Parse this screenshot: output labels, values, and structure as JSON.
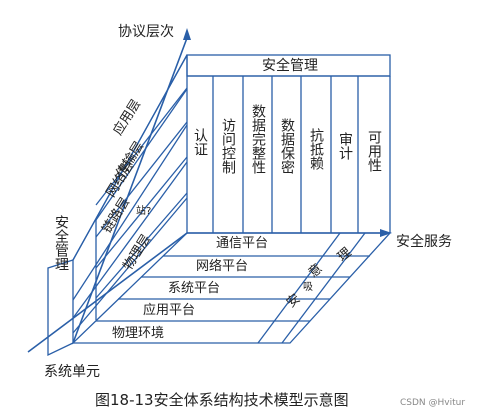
{
  "axes": {
    "protocol_layer": "协议层次",
    "security_service": "安全服务",
    "system_unit": "系统单元"
  },
  "top_bar": "安全管理",
  "services": [
    "认证",
    "访问控制",
    "数据完整性",
    "数据保密",
    "抗抵赖",
    "审计",
    "可用性"
  ],
  "layers": [
    "应用层",
    "传输层",
    "网络层",
    "链路层",
    "物理层"
  ],
  "layer_mark": "站?",
  "left_side_label": "安全管理",
  "units": [
    "通信平台",
    "网络平台",
    "系统平台",
    "应用平台",
    "物理环境"
  ],
  "floor_mark": [
    "安",
    "吸",
    "意",
    "理"
  ],
  "caption": "图18-13安全体系结构技术模型示意图",
  "watermark": "CSDN @Hvitur",
  "colors": {
    "line": "#2a5fa8",
    "text": "#222222"
  },
  "icons": [
    "arrow-up-icon",
    "arrow-right-icon"
  ]
}
